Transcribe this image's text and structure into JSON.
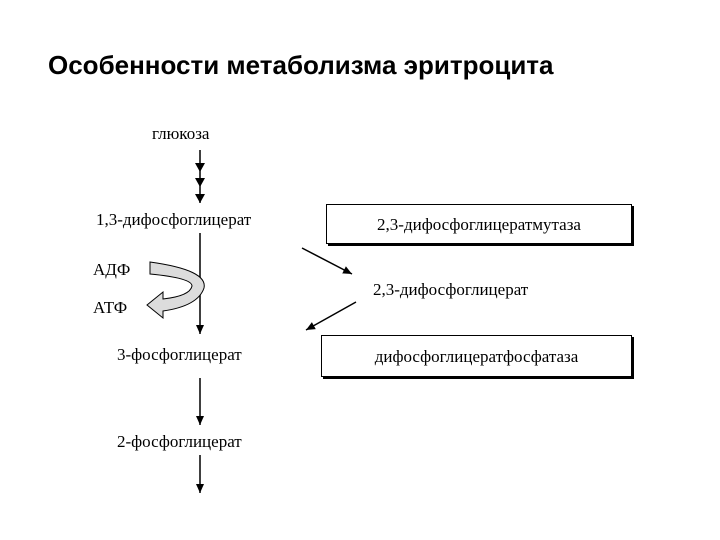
{
  "title": "Особенности метаболизма эритроцита",
  "nodes": {
    "glucose": "глюкоза",
    "bpg_13": "1,3-дифосфоглицерат",
    "adp": "АДФ",
    "atp": "АТФ",
    "pg_3": "3-фосфоглицерат",
    "pg_2": "2-фосфоглицерат",
    "bpg_23": "2,3-дифосфоглицерат"
  },
  "enzymes": {
    "mutase": "2,3-дифосфоглицератмутаза",
    "phosphatase": "дифосфоглицератфосфатаза"
  }
}
